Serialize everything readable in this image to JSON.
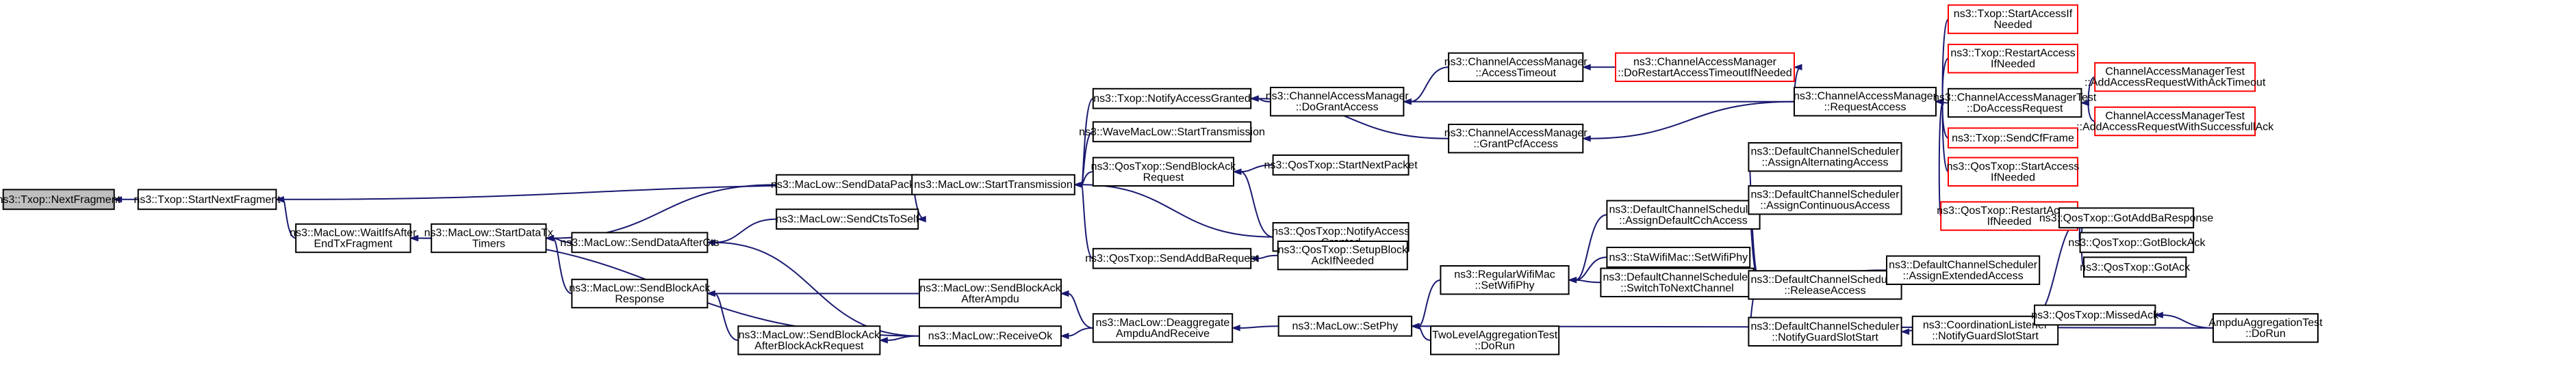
{
  "colors": {
    "edge": "#191970",
    "node_border": "#000000",
    "missing_border": "#ff0000",
    "root_fill": "#bfbfbf",
    "node_fill": "#ffffff"
  },
  "nodes": [
    {
      "id": "n0",
      "lines": [
        "ns3::Txop::NextFragment"
      ],
      "style": "root"
    },
    {
      "id": "n1",
      "lines": [
        "ns3::Txop::StartNextFragment"
      ]
    },
    {
      "id": "n2",
      "lines": [
        "ns3::MacLow::WaitIfsAfter",
        "EndTxFragment"
      ]
    },
    {
      "id": "n3",
      "lines": [
        "ns3::MacLow::StartDataTx",
        "Timers"
      ]
    },
    {
      "id": "n4",
      "lines": [
        "ns3::MacLow::SendDataPacket"
      ]
    },
    {
      "id": "n5",
      "lines": [
        "ns3::MacLow::SendDataAfterCts"
      ]
    },
    {
      "id": "n6",
      "lines": [
        "ns3::MacLow::SendBlockAck",
        "Response"
      ]
    },
    {
      "id": "n7",
      "lines": [
        "ns3::MacLow::SendBlockAck",
        "AfterBlockAckRequest"
      ]
    },
    {
      "id": "n8",
      "lines": [
        "ns3::MacLow::SendCtsToSelf"
      ]
    },
    {
      "id": "n9",
      "lines": [
        "ns3::MacLow::SendBlockAck",
        "AfterAmpdu"
      ]
    },
    {
      "id": "n10",
      "lines": [
        "ns3::MacLow::ReceiveOk"
      ]
    },
    {
      "id": "n11",
      "lines": [
        "ns3::MacLow::StartTransmission"
      ]
    },
    {
      "id": "n12",
      "lines": [
        "ns3::MacLow::Deaggregate",
        "AmpduAndReceive"
      ]
    },
    {
      "id": "n13",
      "lines": [
        "ns3::Txop::NotifyAccessGranted"
      ]
    },
    {
      "id": "n14",
      "lines": [
        "ns3::WaveMacLow::StartTransmission"
      ]
    },
    {
      "id": "n15",
      "lines": [
        "ns3::QosTxop::SendBlockAck",
        "Request"
      ]
    },
    {
      "id": "n16",
      "lines": [
        "ns3::QosTxop::SendAddBaRequest"
      ]
    },
    {
      "id": "n17",
      "lines": [
        "ns3::MacLow::SetPhy"
      ]
    },
    {
      "id": "n18",
      "lines": [
        "ns3::ChannelAccessManager",
        "::DoGrantAccess"
      ]
    },
    {
      "id": "n19",
      "lines": [
        "ns3::QosTxop::StartNextPacket"
      ]
    },
    {
      "id": "n20",
      "lines": [
        "ns3::QosTxop::NotifyAccess",
        "Granted"
      ]
    },
    {
      "id": "n21",
      "lines": [
        "ns3::QosTxop::SetupBlock",
        "AckIfNeeded"
      ]
    },
    {
      "id": "n22",
      "lines": [
        "ns3::RegularWifiMac",
        "::SetWifiPhy"
      ]
    },
    {
      "id": "n23",
      "lines": [
        "TwoLevelAggregationTest",
        "::DoRun"
      ]
    },
    {
      "id": "n24",
      "lines": [
        "ns3::ChannelAccessManager",
        "::AccessTimeout"
      ]
    },
    {
      "id": "n25",
      "lines": [
        "ns3::ChannelAccessManager",
        "::GrantPcfAccess"
      ]
    },
    {
      "id": "n26",
      "lines": [
        "ns3::DefaultChannelScheduler",
        "::AssignDefaultCchAccess"
      ]
    },
    {
      "id": "n27",
      "lines": [
        "ns3::StaWifiMac::SetWifiPhy"
      ]
    },
    {
      "id": "n28",
      "lines": [
        "ns3::DefaultChannelScheduler",
        "::SwitchToNextChannel"
      ]
    },
    {
      "id": "n29",
      "lines": [
        "ns3::ChannelAccessManager",
        "::DoRestartAccessTimeoutIfNeeded"
      ],
      "style": "missing"
    },
    {
      "id": "n30",
      "lines": [
        "ns3::DefaultChannelScheduler",
        "::AssignAlternatingAccess"
      ]
    },
    {
      "id": "n31",
      "lines": [
        "ns3::DefaultChannelScheduler",
        "::AssignContinuousAccess"
      ]
    },
    {
      "id": "n32",
      "lines": [
        "ns3::DefaultChannelScheduler",
        "::ReleaseAccess"
      ]
    },
    {
      "id": "n33",
      "lines": [
        "ns3::DefaultChannelScheduler",
        "::NotifyGuardSlotStart"
      ]
    },
    {
      "id": "n34",
      "lines": [
        "ns3::ChannelAccessManager",
        "::RequestAccess"
      ]
    },
    {
      "id": "n35",
      "lines": [
        "ns3::Txop::StartAccessIf",
        "Needed"
      ],
      "style": "missing"
    },
    {
      "id": "n36",
      "lines": [
        "ns3::Txop::RestartAccess",
        "IfNeeded"
      ],
      "style": "missing"
    },
    {
      "id": "n37",
      "lines": [
        "ns3::ChannelAccessManagerTest",
        "::DoAccessRequest"
      ]
    },
    {
      "id": "n38",
      "lines": [
        "ns3::Txop::SendCfFrame"
      ],
      "style": "missing"
    },
    {
      "id": "n39",
      "lines": [
        "ns3::QosTxop::StartAccess",
        "IfNeeded"
      ],
      "style": "missing"
    },
    {
      "id": "n40",
      "lines": [
        "ns3::QosTxop::RestartAccess",
        "IfNeeded"
      ],
      "style": "missing"
    },
    {
      "id": "n41",
      "lines": [
        "ns3::DefaultChannelScheduler",
        "::AssignExtendedAccess"
      ]
    },
    {
      "id": "n42",
      "lines": [
        "ns3::CoordinationListener",
        "::NotifyGuardSlotStart"
      ]
    },
    {
      "id": "n43",
      "lines": [
        "ns3::QosTxop::MissedAck"
      ]
    },
    {
      "id": "n44",
      "lines": [
        "ChannelAccessManagerTest",
        "::AddAccessRequestWithAckTimeout"
      ],
      "style": "missing"
    },
    {
      "id": "n45",
      "lines": [
        "ChannelAccessManagerTest",
        "::AddAccessRequestWithSuccessfullAck"
      ],
      "style": "missing"
    },
    {
      "id": "n46",
      "lines": [
        "ns3::QosTxop::GotAddBaResponse"
      ]
    },
    {
      "id": "n47",
      "lines": [
        "ns3::QosTxop::GotBlockAck"
      ]
    },
    {
      "id": "n48",
      "lines": [
        "ns3::QosTxop::GotAck"
      ]
    },
    {
      "id": "n49",
      "lines": [
        "AmpduAggregationTest",
        "::DoRun"
      ]
    }
  ],
  "edges": [
    [
      "n1",
      "n0"
    ],
    [
      "n2",
      "n1"
    ],
    [
      "n11",
      "n1"
    ],
    [
      "n3",
      "n2"
    ],
    [
      "n10",
      "n2"
    ],
    [
      "n4",
      "n3"
    ],
    [
      "n5",
      "n3"
    ],
    [
      "n6",
      "n3"
    ],
    [
      "n11",
      "n4"
    ],
    [
      "n8",
      "n5"
    ],
    [
      "n10",
      "n5"
    ],
    [
      "n7",
      "n6"
    ],
    [
      "n9",
      "n6"
    ],
    [
      "n10",
      "n7"
    ],
    [
      "n11",
      "n8"
    ],
    [
      "n12",
      "n9"
    ],
    [
      "n12",
      "n10"
    ],
    [
      "n13",
      "n11"
    ],
    [
      "n14",
      "n11"
    ],
    [
      "n15",
      "n11"
    ],
    [
      "n16",
      "n11"
    ],
    [
      "n20",
      "n11"
    ],
    [
      "n17",
      "n12"
    ],
    [
      "n18",
      "n13"
    ],
    [
      "n25",
      "n13"
    ],
    [
      "n19",
      "n15"
    ],
    [
      "n20",
      "n15"
    ],
    [
      "n21",
      "n16"
    ],
    [
      "n22",
      "n17"
    ],
    [
      "n23",
      "n17"
    ],
    [
      "n49",
      "n17"
    ],
    [
      "n24",
      "n18"
    ],
    [
      "n34",
      "n18"
    ],
    [
      "n29",
      "n24"
    ],
    [
      "n34",
      "n29"
    ],
    [
      "n34",
      "n25"
    ],
    [
      "n26",
      "n22"
    ],
    [
      "n27",
      "n22"
    ],
    [
      "n28",
      "n22"
    ],
    [
      "n30",
      "n28"
    ],
    [
      "n31",
      "n28"
    ],
    [
      "n32",
      "n28"
    ],
    [
      "n33",
      "n28"
    ],
    [
      "n41",
      "n28"
    ],
    [
      "n42",
      "n33"
    ],
    [
      "n35",
      "n34"
    ],
    [
      "n36",
      "n34"
    ],
    [
      "n37",
      "n34"
    ],
    [
      "n38",
      "n34"
    ],
    [
      "n39",
      "n34"
    ],
    [
      "n40",
      "n34"
    ],
    [
      "n44",
      "n37"
    ],
    [
      "n45",
      "n37"
    ],
    [
      "n46",
      "n40"
    ],
    [
      "n47",
      "n40"
    ],
    [
      "n48",
      "n40"
    ],
    [
      "n43",
      "n40"
    ],
    [
      "n49",
      "n43"
    ]
  ]
}
